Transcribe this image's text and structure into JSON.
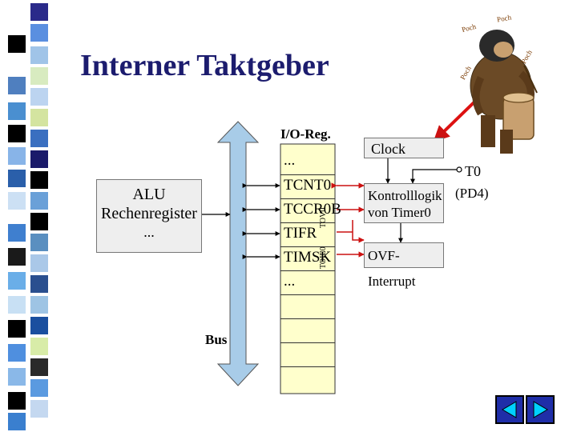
{
  "slide": {
    "title": "Interner Taktgeber"
  },
  "diagram": {
    "io_reg_label": "I/O-Reg.",
    "registers": [
      "...",
      "TCNT0",
      "TCCR0B",
      "TIFR",
      "TIMSK",
      "...",
      "",
      "",
      "",
      ""
    ],
    "tov0_label": "TOV0",
    "toie0_label": "TOIE0",
    "alu": {
      "line1": "ALU",
      "line2": "Rechenregister",
      "line3": "..."
    },
    "bus_label": "Bus",
    "clock_label": "Clock",
    "control": {
      "line1": "Kontrolllogik",
      "line2": "von Timer0"
    },
    "ovf_label": "OVF-Interrupt",
    "pin_label": "T0",
    "pin_sub_label": "(PD4)",
    "cartoon_text": [
      "Poch",
      "Poch",
      "Poch",
      "Poch"
    ],
    "colors": {
      "register_fill": "#ffffcc",
      "box_fill": "#eeeeee",
      "signal_red": "#cc1111",
      "bus_fill": "#a8cce8",
      "title": "#1c1c6e",
      "nav_button": "#1f2ea8"
    }
  },
  "nav": {
    "prev_icon": "triangle-left-icon",
    "next_icon": "triangle-right-icon"
  }
}
